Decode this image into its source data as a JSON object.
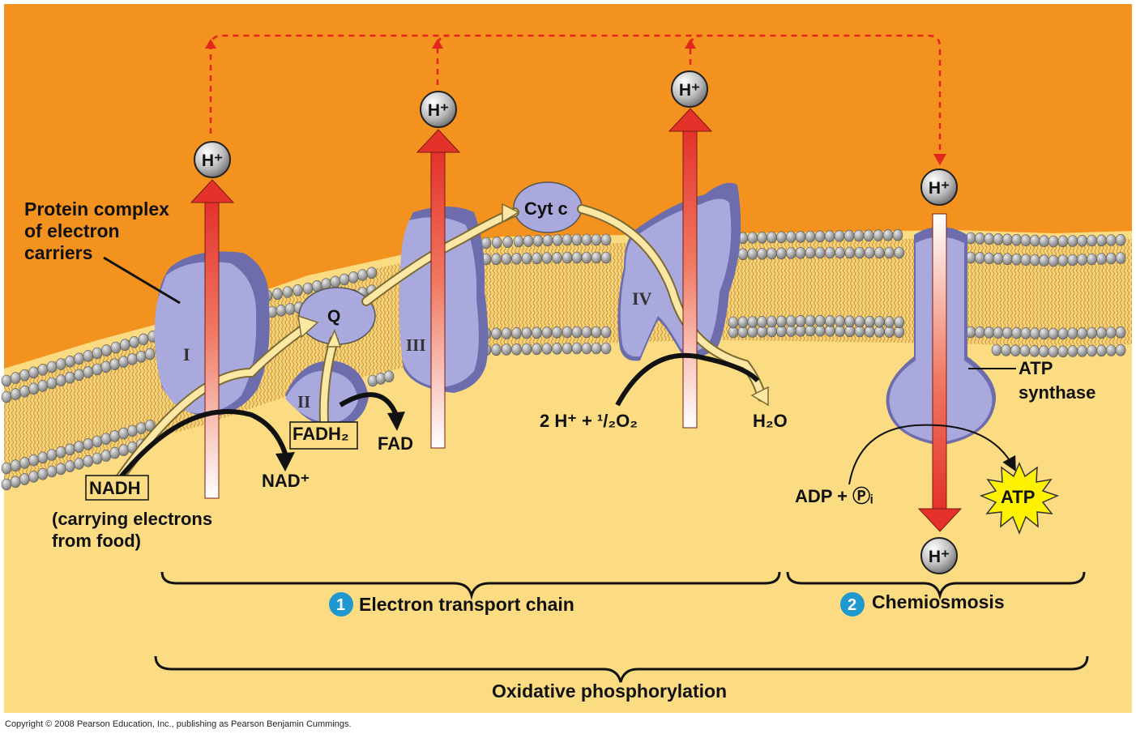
{
  "labels": {
    "protein_complex": [
      "Protein complex",
      "of electron",
      "carriers"
    ],
    "complex_I": "I",
    "complex_II": "II",
    "complex_III": "III",
    "complex_IV": "IV",
    "q": "Q",
    "cyt_c": "Cyt c",
    "nadh": "NADH",
    "nadh_note": [
      "(carrying electrons",
      "from food)"
    ],
    "nad_plus": "NAD⁺",
    "fadh2": "FADH₂",
    "fad": "FAD",
    "oxygen_eq": "2 H⁺ + ¹/₂O₂",
    "water": "H₂O",
    "atp_synthase": [
      "ATP",
      "synthase"
    ],
    "adp_pi": "ADP + Ⓟᵢ",
    "atp": "ATP",
    "proton": "H⁺"
  },
  "sections": {
    "step1_number": "1",
    "step1_label": "Electron transport chain",
    "step2_number": "2",
    "step2_label": "Chemiosmosis",
    "overall": "Oxidative phosphorylation"
  },
  "copyright": "Copyright © 2008 Pearson Education, Inc., publishing as Pearson Benjamin Cummings.",
  "colors": {
    "intermembrane": "#f3921e",
    "matrix": "#fbdc82",
    "protein": "#a9a9dd",
    "protein_dark": "#6d6dae",
    "proton_arrow": "#e93a2f",
    "electron_path": "#fce7a5",
    "step_badge": "#1f98cf",
    "atp_star": "#fff200"
  }
}
